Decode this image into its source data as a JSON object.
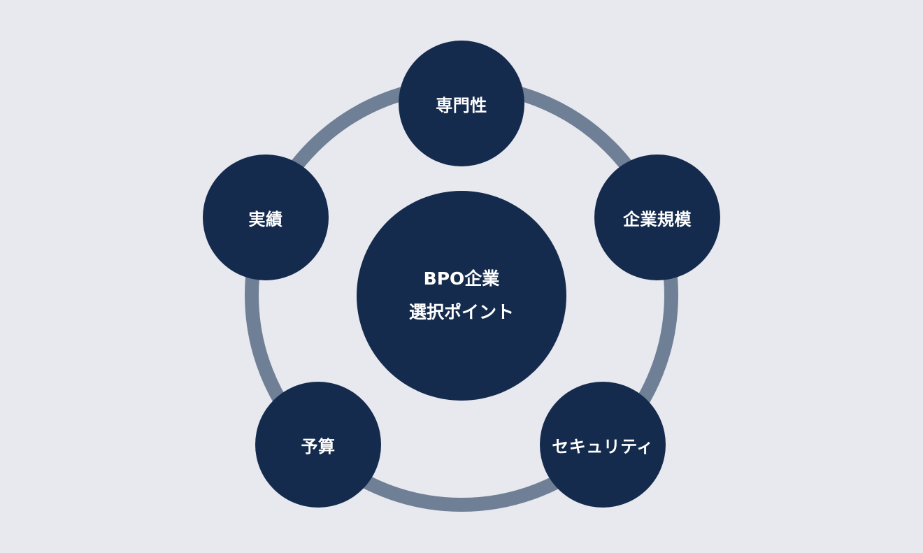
{
  "diagram": {
    "center": {
      "line1": "BPO企業",
      "line2": "選択ポイント"
    },
    "nodes": {
      "top": "専門性",
      "left": "実績",
      "right": "企業規模",
      "bottom_left": "予算",
      "bottom_right": "セキュリティ"
    }
  },
  "colors": {
    "background": "#e8e9ef",
    "node_fill": "#152b4d",
    "ring_stroke": "#6f8096",
    "text": "#ffffff"
  }
}
